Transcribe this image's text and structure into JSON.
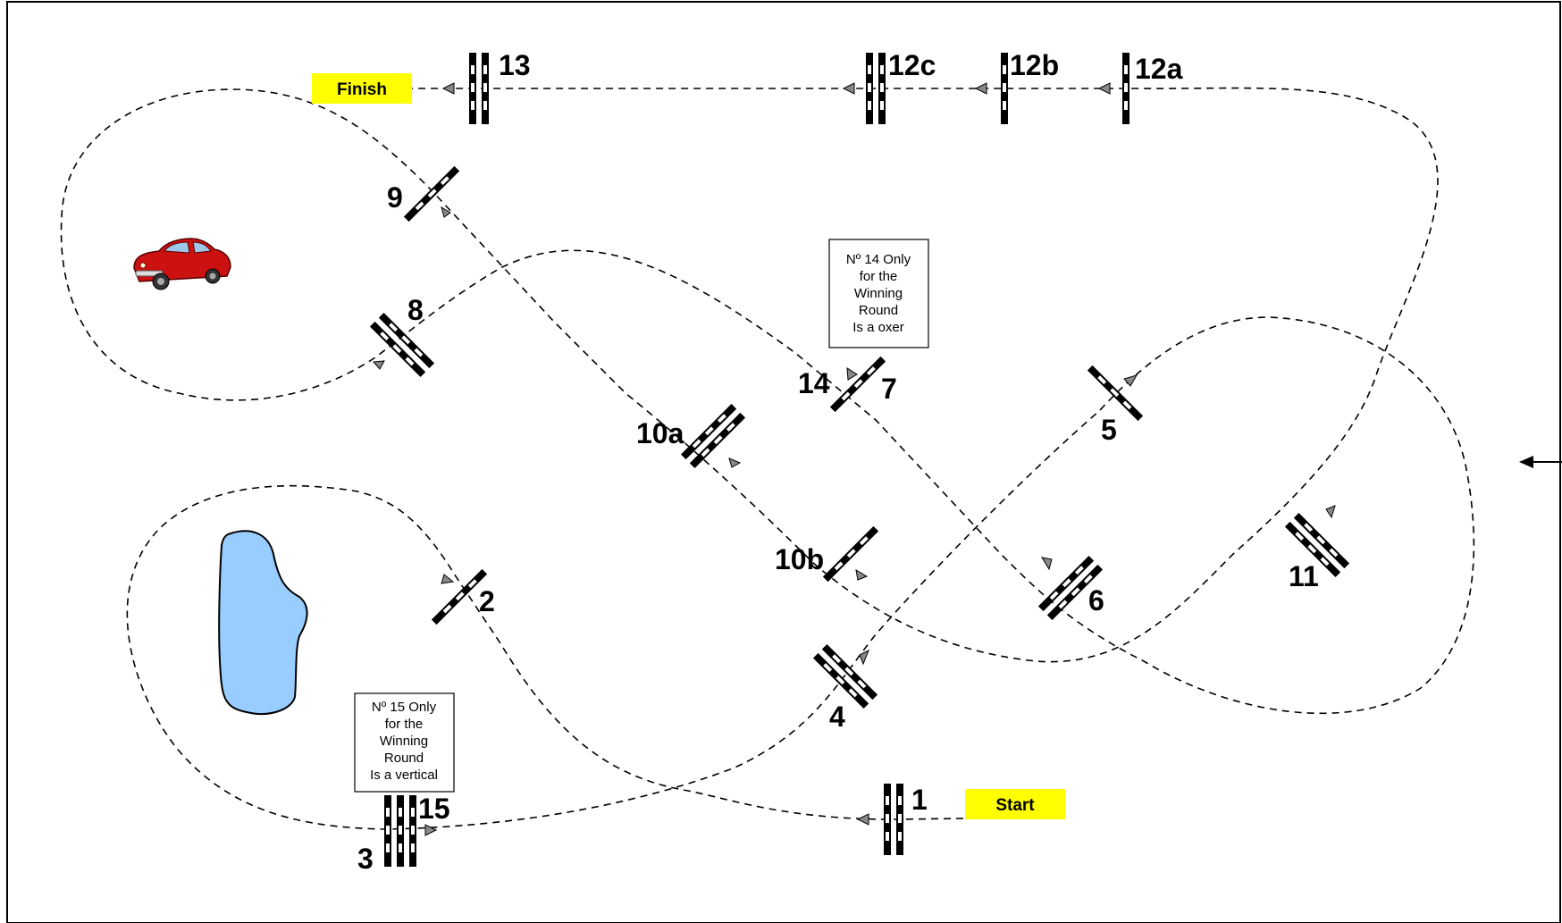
{
  "markers": {
    "start": "Start",
    "finish": "Finish"
  },
  "fences": {
    "f1": "1",
    "f2": "2",
    "f3": "3",
    "f4": "4",
    "f5": "5",
    "f6": "6",
    "f7": "7",
    "f8": "8",
    "f9": "9",
    "f10a": "10a",
    "f10b": "10b",
    "f11": "11",
    "f12a": "12a",
    "f12b": "12b",
    "f12c": "12c",
    "f13": "13",
    "f14": "14",
    "f15": "15"
  },
  "notes": {
    "note14": [
      "Nº 14  Only",
      "for the",
      "Winning",
      "Round",
      "Is a oxer"
    ],
    "note15": [
      "Nº 15 Only",
      "for the",
      "Winning",
      "Round",
      "Is a vertical"
    ]
  },
  "colors": {
    "marker_fill": "#ffff00",
    "pond_fill": "#99ccff",
    "car_body": "#cc1111"
  },
  "icons": {
    "car": "car-icon",
    "pond": "pond-shape",
    "entrance": "arrow-left-icon"
  }
}
